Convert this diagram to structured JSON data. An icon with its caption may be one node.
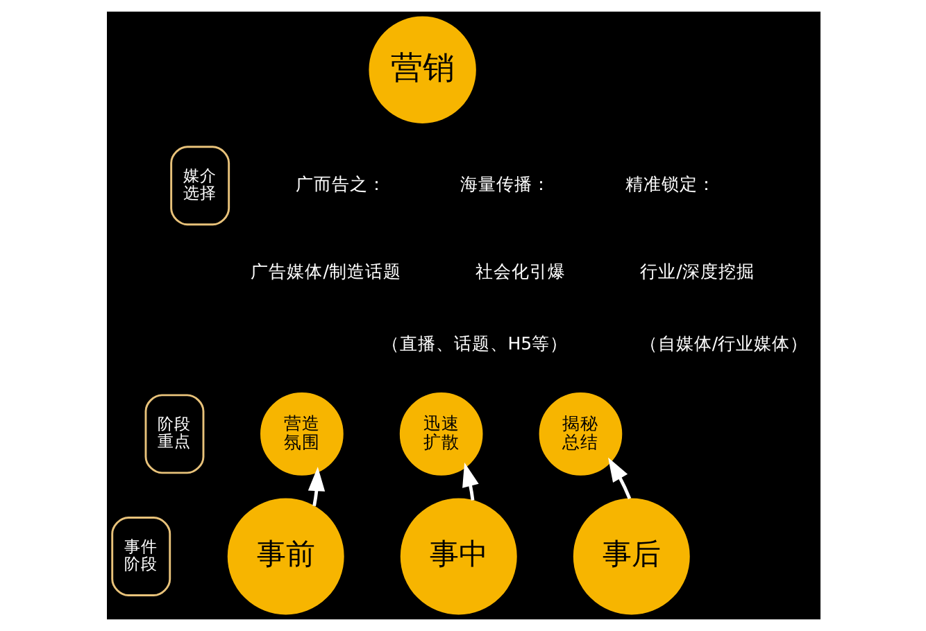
{
  "diagram": {
    "nodes": [
      {
        "text": [
          "营销"
        ]
      },
      {
        "text": [
          "媒介选择"
        ]
      },
      {
        "text": [
          "阶段重点"
        ]
      },
      {
        "text": [
          "事件阶段"
        ]
      },
      {
        "text": [
          "营造氛围"
        ]
      },
      {
        "text": [
          "迅速扩散"
        ]
      },
      {
        "text": [
          "揭秘总结"
        ]
      },
      {
        "text": [
          "事前"
        ]
      },
      {
        "text": [
          "事中"
        ]
      },
      {
        "text": [
          "事后"
        ]
      }
    ],
    "edges": [
      {
        "from": 7,
        "to": 4,
        "arrow": "to"
      },
      {
        "from": 8,
        "to": 5,
        "arrow": "to"
      },
      {
        "from": 9,
        "to": 6,
        "arrow": "to"
      }
    ],
    "labels": [
      "广而告之：",
      "海量传播：",
      "精准锁定：",
      "广告媒体/制造话题",
      "社会化引爆",
      "行业/深度挖掘",
      "（直播、话题、H5等）",
      "（自媒体/行业媒体）"
    ]
  }
}
